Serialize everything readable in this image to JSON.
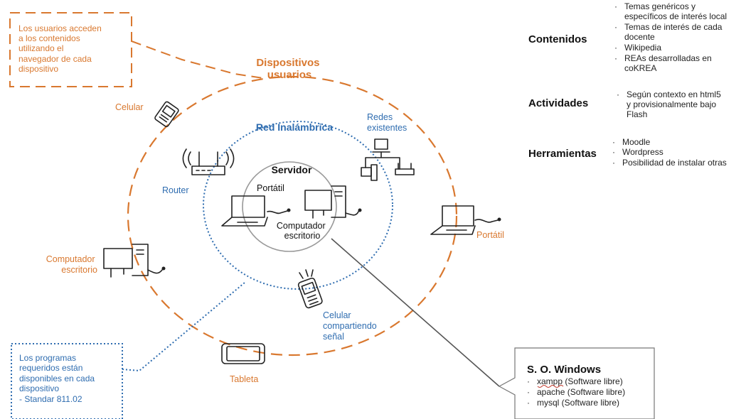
{
  "note_users": [
    "Los usuarios acceden",
    "a los contenidos",
    "utilizando el",
    "navegador de cada",
    "dispositivo"
  ],
  "dispositivos_title": [
    "Dispositivos",
    "usuarios"
  ],
  "red_inalambrica": "Red Inalámbrica",
  "servidor": "Servidor",
  "server_portatil": "Portátil",
  "server_computador": [
    "Computador",
    "escritorio"
  ],
  "celular": "Celular",
  "router": "Router",
  "redes_existentes": [
    "Redes",
    "existentes"
  ],
  "portatil": "Portátil",
  "computador_escritorio": [
    "Computador",
    "escritorio"
  ],
  "celular_compartiendo": [
    "Celular",
    "compartiendo",
    "señal"
  ],
  "tableta": "Tableta",
  "note_programs": [
    "Los programas",
    "requeridos están",
    "disponibles en cada",
    "dispositivo",
    "- Standar 811.02"
  ],
  "so_box": {
    "title": "S. O. Windows",
    "items": [
      "xampp (Software libre)",
      "apache (Software libre)",
      "mysql (Software libre)"
    ]
  },
  "contenidos": {
    "title": "Contenidos",
    "items": [
      [
        "Temas genéricos y",
        "específicos de interés local"
      ],
      [
        "Temas de interés de cada",
        "docente"
      ],
      [
        "Wikipedia"
      ],
      [
        "REAs desarrolladas en",
        "coKREA"
      ]
    ]
  },
  "actividades": {
    "title": "Actividades",
    "items": [
      [
        "Según contexto en html5",
        "y provisionalmente bajo",
        "Flash"
      ]
    ]
  },
  "herramientas": {
    "title": "Herramientas",
    "items": [
      [
        "Moodle"
      ],
      [
        "Wordpress"
      ],
      [
        "Posibilidad de instalar otras"
      ]
    ]
  },
  "colors": {
    "orange": "#d9782f",
    "blue": "#2f6db0",
    "gray": "#999999"
  }
}
